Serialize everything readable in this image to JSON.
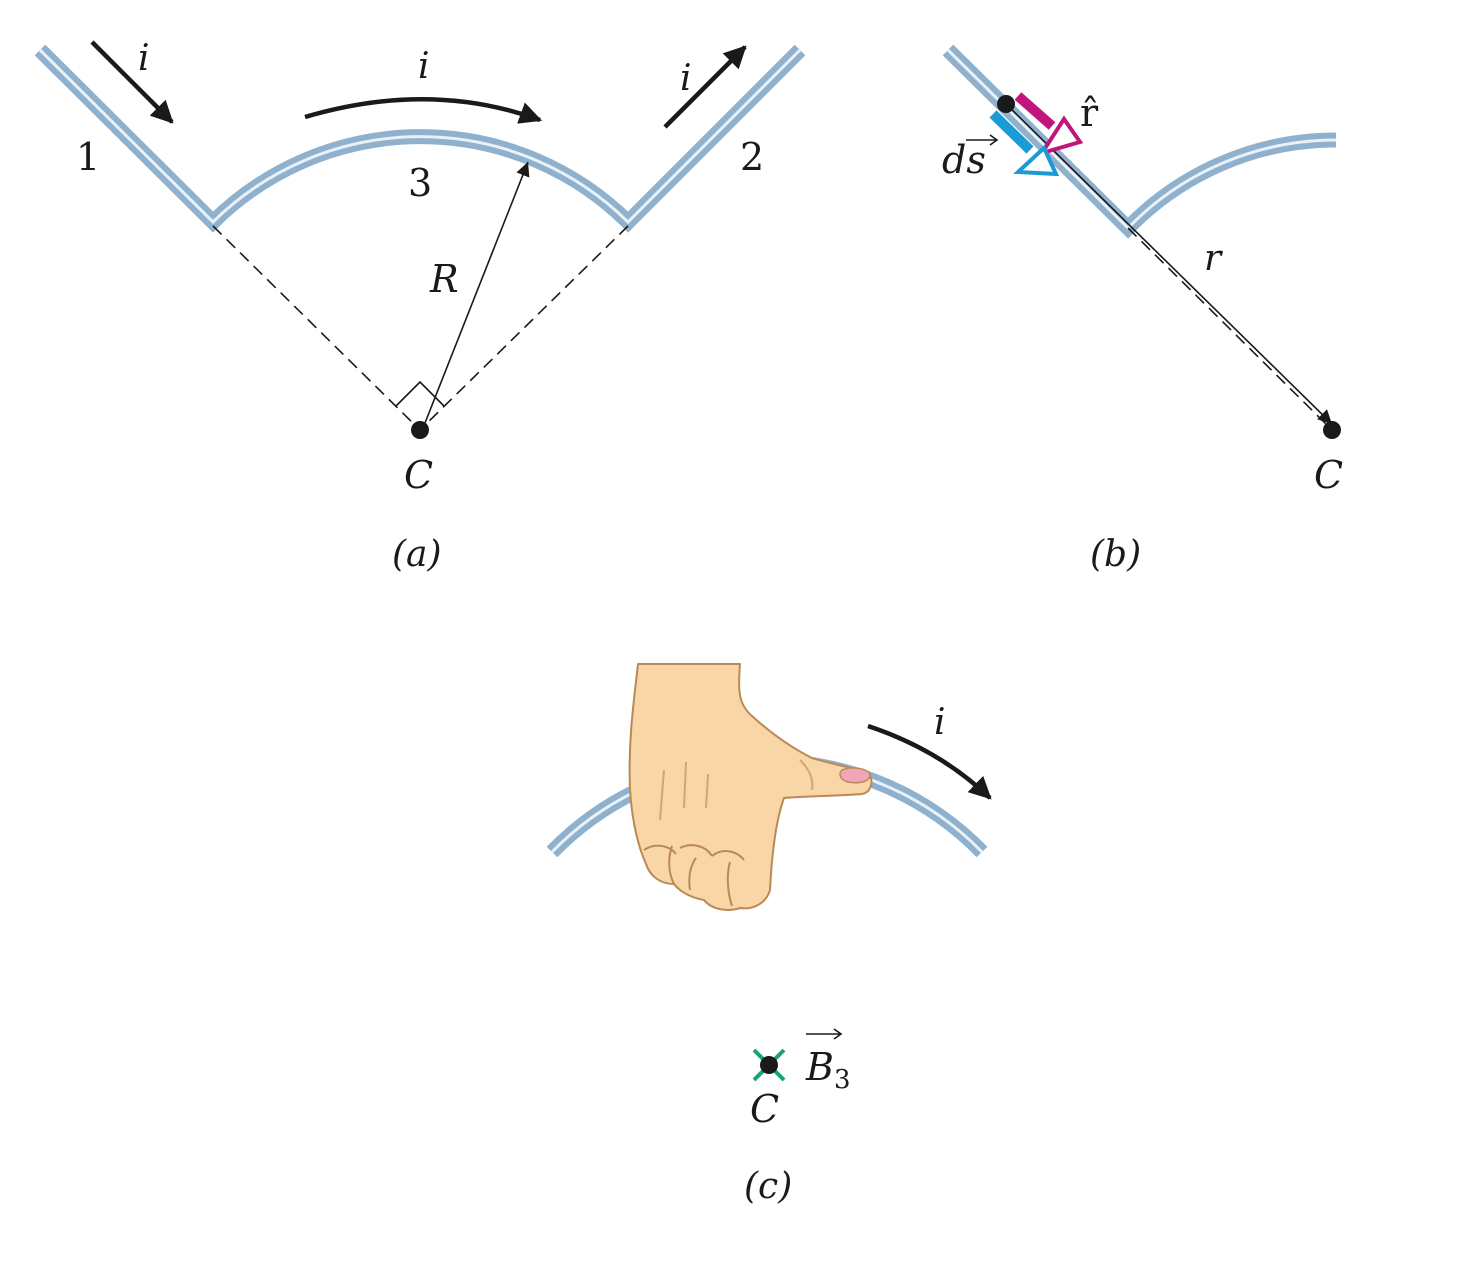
{
  "panel_a": {
    "caption": "(a)",
    "current_in_label": "i",
    "current_arc_label": "i",
    "current_out_label": "i",
    "segment_1_label": "1",
    "segment_2_label": "2",
    "segment_3_label": "3",
    "radius_label": "R",
    "center_label": "C"
  },
  "panel_b": {
    "caption": "(b)",
    "unit_vector_label": "r̂",
    "ds_label": "ds",
    "distance_label": "r",
    "center_label": "C"
  },
  "panel_c": {
    "caption": "(c)",
    "current_label": "i",
    "field_label": "B",
    "field_subscript": "3",
    "center_label": "C"
  },
  "colors": {
    "wire": "#8fb1cd",
    "wire_highlight": "#e8f1f8",
    "r_hat_arrow": "#c0157a",
    "ds_arrow": "#1a9ad6",
    "field_cross": "#1aa37a",
    "skin": "#f8d6a6",
    "nail": "#f0a6b8"
  }
}
